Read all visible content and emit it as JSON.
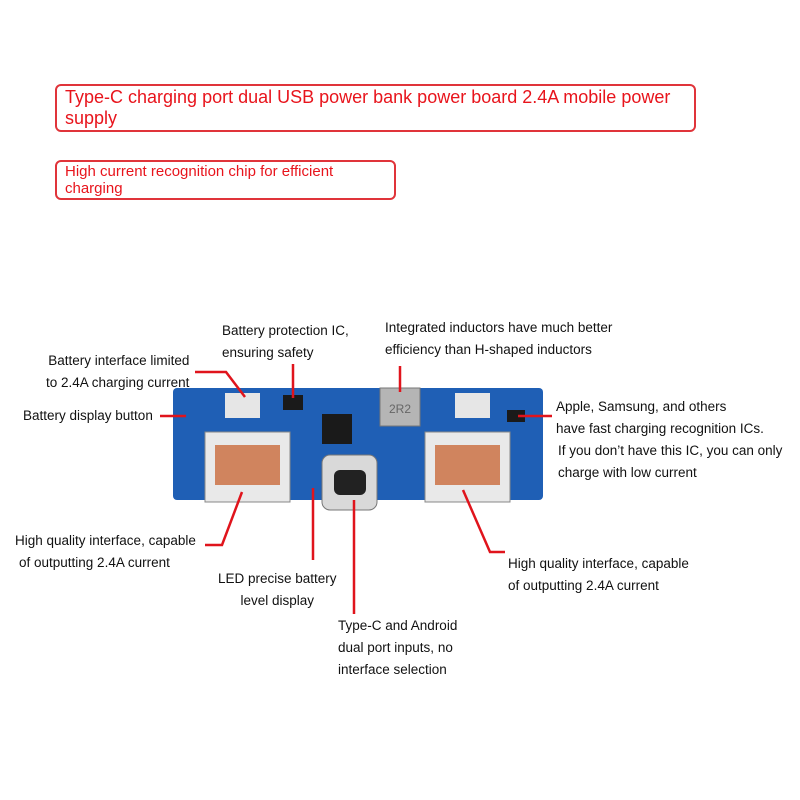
{
  "title": "Type-C charging port dual USB power bank power board 2.4A mobile power supply",
  "subtitle": "High current recognition chip for efficient charging",
  "labels": {
    "battery_interface": [
      "Battery interface limited",
      "to 2.4A charging current"
    ],
    "display_button": "Battery display button",
    "protection_ic": [
      "Battery protection IC,",
      "ensuring safety"
    ],
    "inductors": [
      "Integrated inductors have much better",
      "efficiency than H-shaped inductors"
    ],
    "fast_charge": [
      "Apple, Samsung, and others",
      "have fast charging recognition ICs.",
      "If you don’t have this IC, you can only",
      "charge with low current"
    ],
    "left_usb": [
      "High quality interface, capable",
      "of outputting 2.4A current"
    ],
    "led": [
      "LED precise battery",
      "level display"
    ],
    "typec": [
      "Type-C and Android",
      "dual port inputs, no",
      "interface selection"
    ],
    "right_usb": [
      "High quality interface, capable",
      "of outputting 2.4A current"
    ]
  },
  "board": {
    "inductor_marking": "2R2"
  },
  "colors": {
    "accent": "#e8141c",
    "board": "#1f5fb5"
  }
}
